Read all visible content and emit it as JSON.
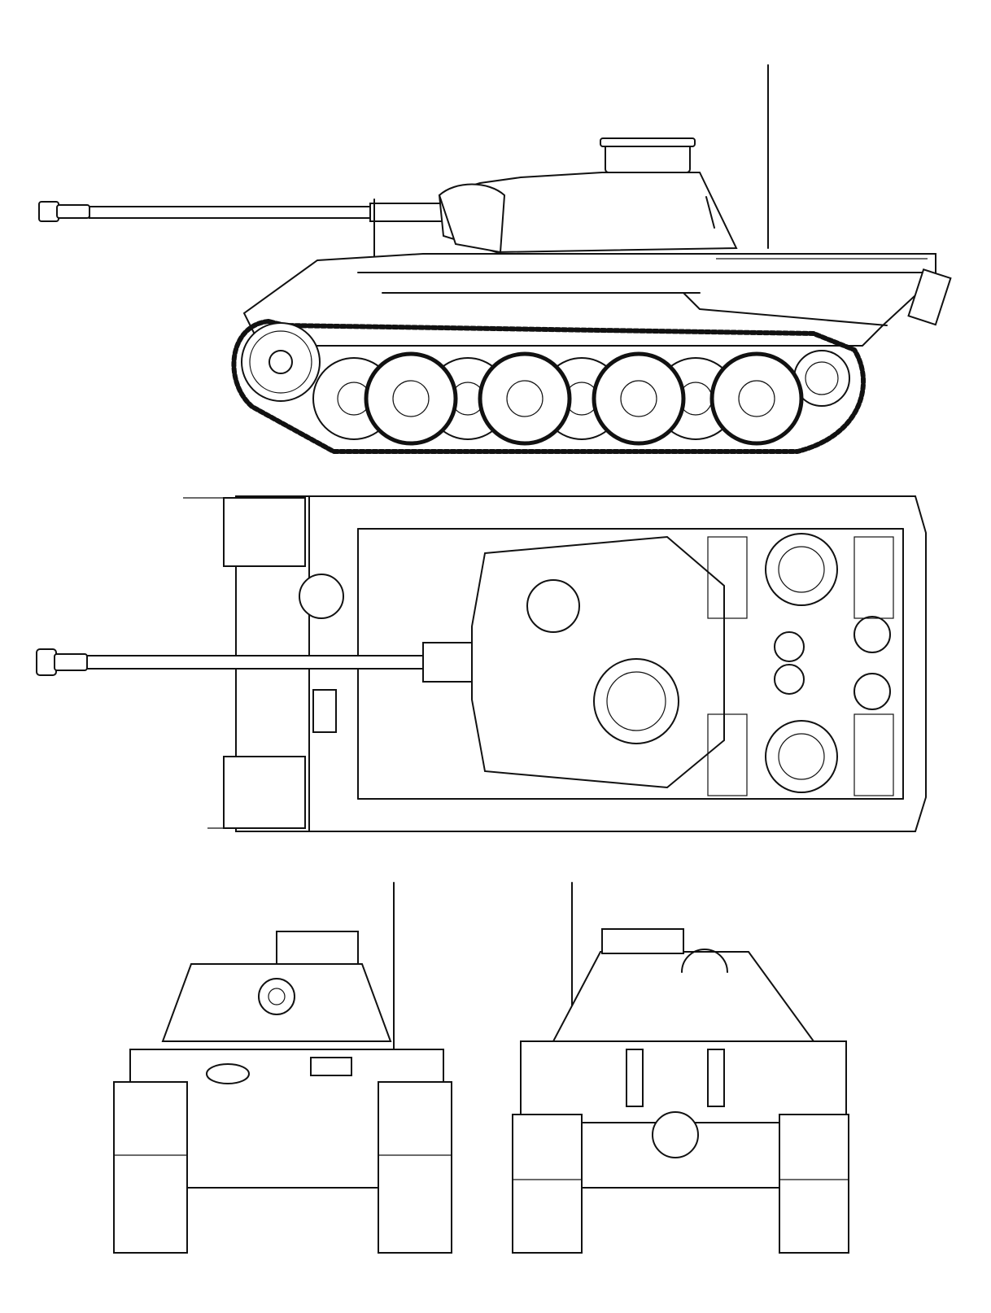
{
  "sheet": {
    "background": "#ffffff",
    "line_color": "#111111",
    "views": [
      "side-view",
      "top-view",
      "front-view",
      "rear-view"
    ]
  }
}
